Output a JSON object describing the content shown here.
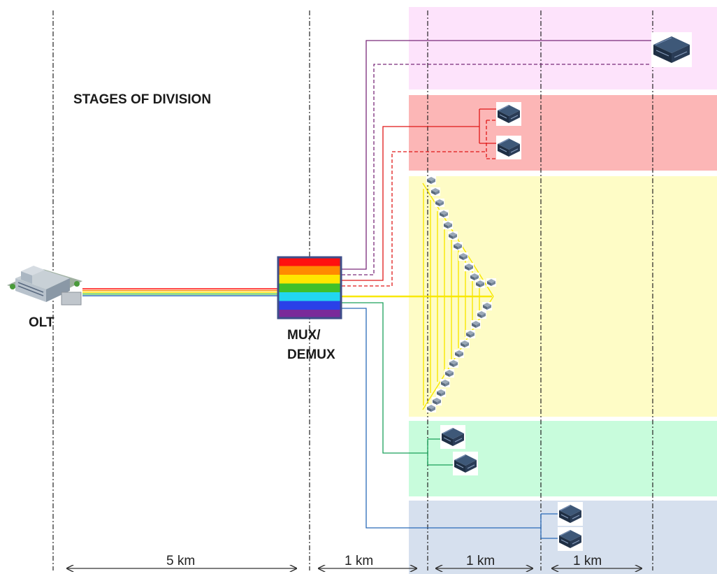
{
  "title": "STAGES OF DIVISION",
  "olt_label": "OLT",
  "mux_label_line1": "MUX/",
  "mux_label_line2": "DEMUX",
  "distances": [
    "5 km",
    "1 km",
    "1 km",
    "1 km"
  ],
  "colors": {
    "band_magenta": "#fde3fb",
    "band_red": "#fcb6b6",
    "band_yellow": "#fefcc6",
    "band_green": "#c8fcdc",
    "band_blue": "#d6e0ee",
    "fiber_purple": "#7a2a7a",
    "fiber_red": "#e01818",
    "fiber_yellow": "#f8e800",
    "fiber_green": "#1aa05a",
    "fiber_blue": "#2a6ab8",
    "mux_stripes": [
      "#ff1010",
      "#ff8a00",
      "#ffe600",
      "#3fc02a",
      "#22d6f0",
      "#2a40e8",
      "#7a2a9a"
    ]
  }
}
